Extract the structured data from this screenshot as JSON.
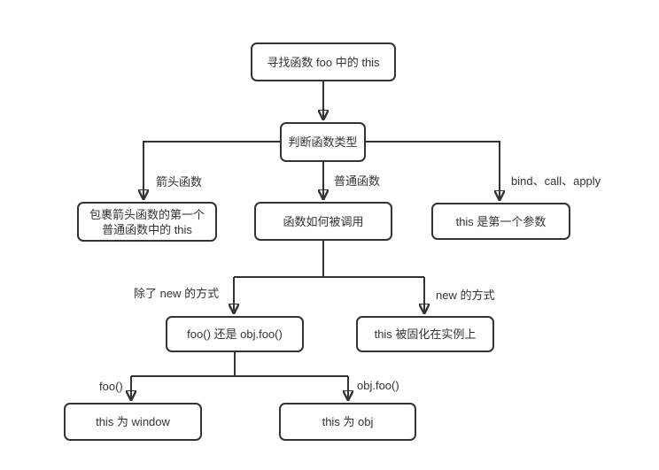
{
  "colors": {
    "background": "#ffffff",
    "line": "#333333",
    "node_border": "#333333",
    "node_bg": "#ffffff",
    "text": "#333333"
  },
  "nodes": {
    "find_this": {
      "label": "寻找函数 foo 中的 this"
    },
    "judge_type": {
      "label": "判断函数类型"
    },
    "arrow_fn_result": {
      "line1": "包裹箭头函数的第一个",
      "line2": "普通函数中的 this"
    },
    "how_called": {
      "label": "函数如何被调用"
    },
    "first_param": {
      "label": "this 是第一个参数"
    },
    "foo_or_objfoo": {
      "label": "foo() 还是 obj.foo()"
    },
    "fixed_on_instance": {
      "label": "this 被固化在实例上"
    },
    "this_window": {
      "label": "this 为 window"
    },
    "this_obj": {
      "label": "this 为 obj"
    }
  },
  "edge_labels": {
    "arrow_fn": "箭头函数",
    "normal_fn": "普通函数",
    "bind_call_apply": "bind、call、apply",
    "except_new": "除了 new 的方式",
    "new_way": "new 的方式",
    "foo_call": "foo()",
    "obj_foo_call": "obj.foo()"
  }
}
